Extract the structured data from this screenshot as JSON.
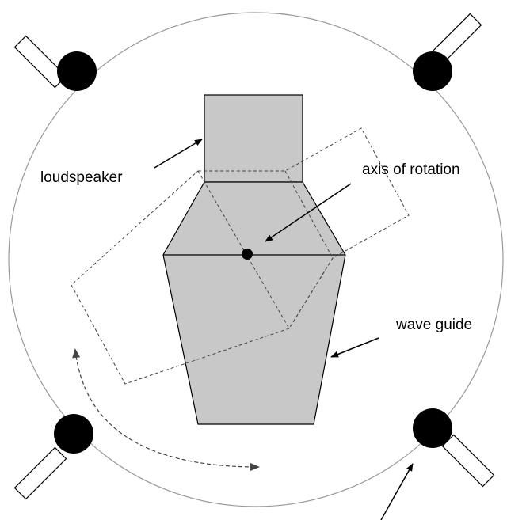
{
  "labels": {
    "loudspeaker": "loudspeaker",
    "axis": "axis of rotation",
    "waveguide": "wave guide"
  },
  "colors": {
    "background": "#ffffff",
    "fill": "#c8c8c8",
    "stroke": "#000000",
    "circle": "#999999",
    "dashed": "#444444"
  }
}
